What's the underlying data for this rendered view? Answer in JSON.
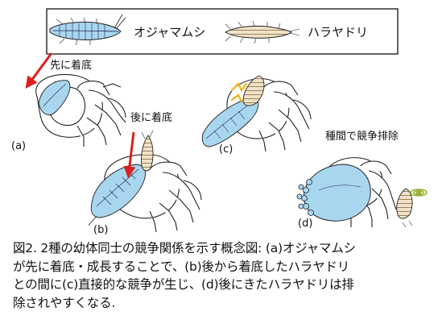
{
  "legend": {
    "species_a": "オジャマムシ",
    "species_b": "ハラヤドリ"
  },
  "annotations": {
    "first_settle": "先に着底",
    "later_settle": "後に着底",
    "competition_between_species": "種間で競争排除"
  },
  "panels": {
    "a": "(a)",
    "b": "(b)",
    "c": "(c)",
    "d": "(d)"
  },
  "caption": {
    "line1": "図2. 2種の幼体同士の競争関係を示す概念図: (a)オジャマムシ",
    "line2": "が先に着底・成長することで、(b)後から着底したハラヤドリ",
    "line3": "との間に(c)直接的な競争が生じ、(d)後にきたハラヤドリは排",
    "line4": "除されやすくなる."
  },
  "colors": {
    "species_a_fill": "#a9d6ef",
    "species_b_fill": "#efe2c8",
    "arrow": "#d9201e",
    "conflict": "#f0b81e",
    "outline": "#222222"
  }
}
